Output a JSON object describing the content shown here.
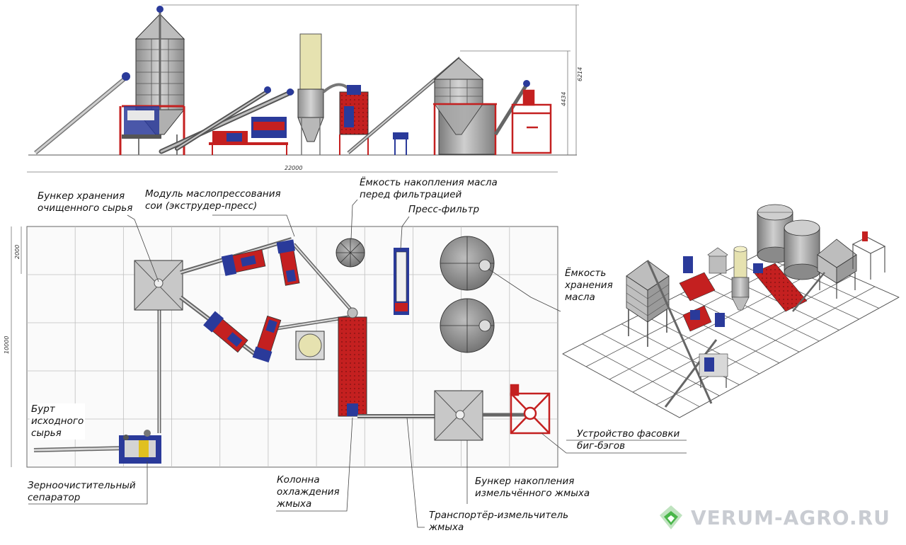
{
  "dimensions": {
    "total_height": "6214",
    "silo_height": "4434",
    "plan_length": "22000",
    "plan_width": "10000",
    "grid_cell": "2000"
  },
  "labels": {
    "storage_bunker": "Бункер хранения\nочищенного сырья",
    "press_module": "Модуль маслопрессования\nсои (экструдер-пресс)",
    "oil_tank_pre": "Ёмкость накопления масла\nперед фильтрацией",
    "press_filter": "Пресс-фильтр",
    "oil_storage": "Ёмкость\nхранения\nмасла",
    "raw_pile": "Бурт\nисходного\nсырья",
    "grain_separator": "Зерноочистительный\nсепаратор",
    "cooling_column": "Колонна\nохлаждения\nжмыха",
    "cake_bunker": "Бункер накопления\nизмельчённого жмыха",
    "conveyor_crusher": "Транспортёр-измельчитель\nжмыха",
    "bigbag_device": "Устройство фасовки\nбиг-бэгов"
  },
  "watermark": {
    "text": "VERUM-AGRO.RU",
    "logo_color": "#49b649"
  },
  "colors": {
    "steel": "#9a9a9a",
    "frame_red": "#c42020",
    "motor_blue": "#2a3a9a",
    "cyclone": "#e6e2b0",
    "line": "#333333"
  }
}
